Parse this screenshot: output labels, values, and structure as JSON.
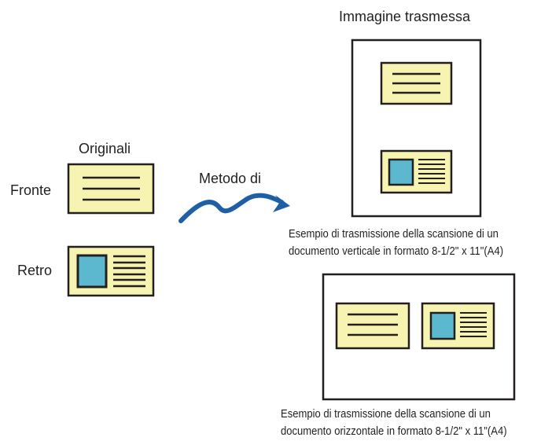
{
  "originals": {
    "heading": "Originali",
    "front_label": "Fronte",
    "back_label": "Retro"
  },
  "method": {
    "label": "Metodo di"
  },
  "transmitted": {
    "heading": "Immagine trasmessa",
    "vertical_caption": {
      "line1": "Esempio di trasmissione della scansione di un",
      "line2": "documento verticale in formato 8-1/2\" x 11\"(A4)"
    },
    "horizontal_caption": {
      "line1": "Esempio di trasmissione della scansione di un",
      "line2": "documento orizzontale in formato 8-1/2\" x 11\"(A4)"
    }
  },
  "colors": {
    "card_fill": "#f7f3b0",
    "photo_fill": "#5bb8cf",
    "arrow": "#1f5fa6",
    "outline": "#231f20"
  },
  "icons": {
    "front_card": "text-lines-card-icon",
    "back_card": "photo-id-card-icon",
    "arrow": "curved-arrow-icon"
  }
}
